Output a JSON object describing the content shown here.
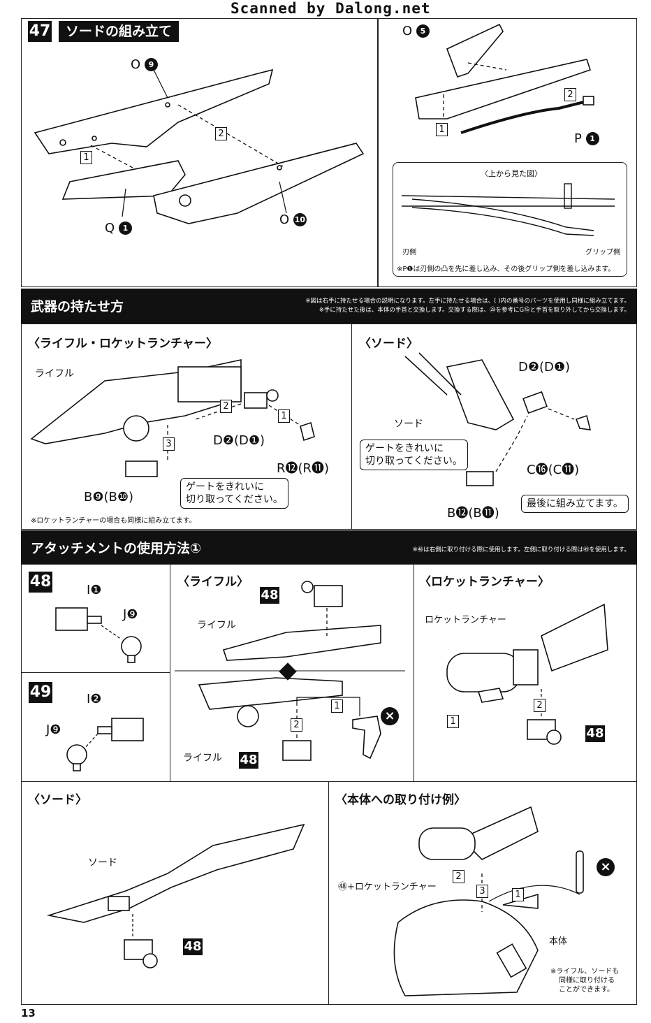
{
  "header": {
    "scan_credit": "Scanned by Dalong.net"
  },
  "step47": {
    "number": "47",
    "title": "ソードの組み立て",
    "parts": {
      "o9": {
        "letter": "O",
        "num": "9"
      },
      "q1": {
        "letter": "Q",
        "num": "1"
      },
      "o10": {
        "letter": "O",
        "num": "10"
      },
      "o5": {
        "letter": "O",
        "num": "5"
      },
      "p1": {
        "letter": "P",
        "num": "1"
      }
    },
    "steps": [
      "1",
      "2",
      "1",
      "2"
    ],
    "topview": {
      "title": "〈上から見た図〉",
      "blade_side": "刃側",
      "grip_side": "グリップ側",
      "note": "※P❶は刃側の凸を先に差し込み、その後グリップ側を差し込みます。"
    }
  },
  "weapons": {
    "title": "武器の持たせ方",
    "notes": [
      "※図は右手に持たせる場合の説明になります。左手に持たせる場合は、( )内の番号のパーツを使用し同様に組み立てます。",
      "※手に持たせた後は、本体の手首と交換します。交換する際は、㉙を参考にG⑮と手首を取り外してから交換します。"
    ],
    "rifle_panel": {
      "heading": "〈ライフル・ロケットランチャー〉",
      "rifle_label": "ライフル",
      "d_part": "D❷(D❶)",
      "r_part": "R⓬(R⓫)",
      "b_part": "B❾(B❿)",
      "gate_callout": [
        "ゲートをきれいに",
        "切り取ってください。"
      ],
      "footer": "※ロケットランチャーの場合も同様に組み立てます。",
      "steps": [
        "1",
        "2",
        "3"
      ]
    },
    "sword_panel": {
      "heading": "〈ソード〉",
      "sword_label": "ソード",
      "d_part": "D❷(D❶)",
      "c_part": "C⓰(C⓫)",
      "b_part": "B⓬(B⓫)",
      "gate_callout": [
        "ゲートをきれいに",
        "切り取ってください。"
      ],
      "last_callout": "最後に組み立てます。"
    }
  },
  "attachment": {
    "title": "アタッチメントの使用方法①",
    "note": "※㊽は右側に取り付ける際に使用します。左側に取り付ける際は㊾を使用します。",
    "s48": {
      "number": "48",
      "i": "I❶",
      "j": "J❾"
    },
    "s49": {
      "number": "49",
      "i": "I❷",
      "j": "J❾"
    },
    "rifle": {
      "heading": "〈ライフル〉",
      "label_top": "ライフル",
      "label_bottom": "ライフル",
      "badge": "48",
      "steps": [
        "1",
        "2"
      ]
    },
    "rocket": {
      "heading": "〈ロケットランチャー〉",
      "label": "ロケットランチャー",
      "badge": "48",
      "steps": [
        "1",
        "2"
      ]
    },
    "sword": {
      "heading": "〈ソード〉",
      "label": "ソード",
      "badge": "48"
    },
    "body": {
      "heading": "〈本体への取り付け例〉",
      "combo_label": "㊽+ロケットランチャー",
      "body_label": "本体",
      "note": [
        "※ライフル、ソードも",
        "同様に取り付ける",
        "ことができます。"
      ],
      "steps": [
        "1",
        "2",
        "3"
      ]
    }
  },
  "footer": {
    "page_number": "13"
  }
}
